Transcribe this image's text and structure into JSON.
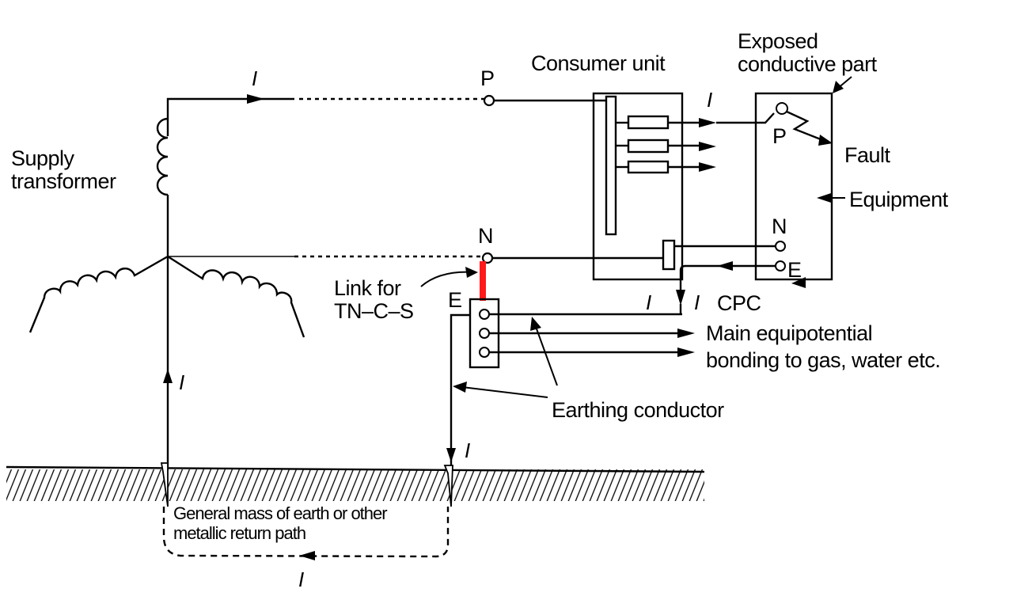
{
  "diagram": {
    "type": "TN-C-S earthing system circuit diagram",
    "labels": {
      "supply_transformer_line1": "Supply",
      "supply_transformer_line2": "transformer",
      "consumer_unit": "Consumer unit",
      "exposed_part_line1": "Exposed",
      "exposed_part_line2": "conductive part",
      "fault": "Fault",
      "equipment": "Equipment",
      "phase_terminal": "P",
      "neutral_terminal": "N",
      "equipment_phase": "P",
      "equipment_neutral": "N",
      "equipment_earth": "E",
      "earth_terminal": "E",
      "link_line1": "Link for",
      "link_line2": "TN–C–S",
      "cpc": "CPC",
      "bonding_line1": "Main equipotential",
      "bonding_line2": "bonding to gas, water etc.",
      "earthing_conductor": "Earthing conductor",
      "earth_path_line1": "General mass of earth or other",
      "earth_path_line2": "metallic return path",
      "current_symbol": "I"
    },
    "colors": {
      "link": "#ff1a1a",
      "line": "#000000",
      "background": "#ffffff"
    }
  }
}
